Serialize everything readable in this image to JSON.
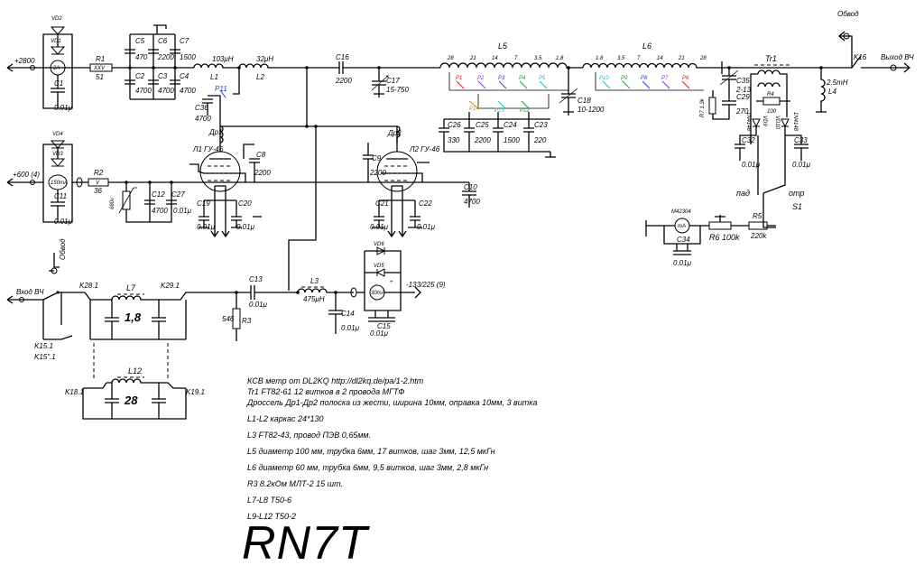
{
  "colors": {
    "wire": "#000000",
    "p1": "#e8131e",
    "p2": "#8a2be2",
    "p3": "#2b3cd6",
    "p4": "#1a9a2a",
    "p5": "#19b6c8",
    "p14": "#c9871e"
  },
  "top": {
    "plus2800": "+2800",
    "vd2": "VD2",
    "vd1": "VD1",
    "meter2a": "2A",
    "c1": "C1",
    "c1v": "0.01μ",
    "r1": "R1",
    "r1v": "51",
    "c5": "C5",
    "c5v": "470",
    "c6": "C6",
    "c6v": "2200",
    "c7": "C7",
    "c7v": "1500",
    "c2": "C2",
    "c2v": "4700",
    "c3": "C3",
    "c3v": "4700",
    "c4": "C4",
    "c4v": "4700",
    "l1v": "103μH",
    "l1": "L1",
    "l2v": "32μH",
    "l2": "L2",
    "p11": "P11",
    "c36": "C36",
    "c36v": "4700",
    "dr1": "Др1",
    "c16": "C16",
    "c16v": "2200",
    "c17": "C17",
    "c17v": "15-750",
    "l5": "L5",
    "l6": "L6",
    "c18": "C18",
    "c18v": "10-1200",
    "l5taps": [
      "28",
      "21",
      "14",
      "7",
      "3.5",
      "1.8"
    ],
    "l6taps": [
      "1.8",
      "3.5",
      "7",
      "14",
      "21",
      "28"
    ],
    "l5p": [
      "P1",
      "P2",
      "P3",
      "P4",
      "P5"
    ],
    "l6p": [
      "P10",
      "P9",
      "P8",
      "P7",
      "P6"
    ],
    "p14": "P14",
    "p13": "P13",
    "p12": "P12",
    "c26": "C26",
    "c26v": "330",
    "c25": "C25",
    "c25v": "2200",
    "c24": "C24",
    "c24v": "1500",
    "c23": "C23",
    "c23v": "220",
    "dr2": "Др2",
    "c35": "C35",
    "c35v": "2-13",
    "c29": "C29",
    "c29v": "270",
    "r7": "R7",
    "r7v": "1.3k",
    "tr1": "Tr1",
    "r4": "R4",
    "r4v": "100",
    "vd9": "VD9",
    "vd9t": "1N4148",
    "vd10": "VD10",
    "vd10t": "1N4148",
    "c32": "C32",
    "c32v": "0.01μ",
    "c33": "C33",
    "c33v": "0.01μ",
    "pad": "пад",
    "otr": "отр",
    "s1": "S1",
    "l4v": "2.5mH",
    "l4": "L4",
    "obvod": "Обвод",
    "k16": "K16",
    "out": "Выход ВЧ",
    "m": "M42304",
    "ma": "mA",
    "c34": "C34",
    "c34v": "0.01μ",
    "r6": "R6",
    "r6v": "100k",
    "r5": "R5",
    "r5v": "220k"
  },
  "mid": {
    "plus600": "+600 (4)",
    "vd4": "VD4",
    "vd3": "VD3",
    "meter150": "150mA",
    "c11": "C11",
    "c11v": "0.01μ",
    "r2": "R2",
    "r2v": "36",
    "r680": "680v",
    "c12": "C12",
    "c12v": "4700",
    "c27": "C27",
    "c27v": "0.01μ",
    "tube1": "Л1 ГУ-46",
    "tube2": "Л2 ГУ-46",
    "c8": "C8",
    "c8v": "2200",
    "c9": "C9",
    "c9v": "2200",
    "c19": "C19",
    "c19v": "0.01μ",
    "c20": "C20",
    "c20v": "0.01μ",
    "c21": "C21",
    "c21v": "0.01μ",
    "c22": "C22",
    "c22v": "0.01μ",
    "c10": "C10",
    "c10v": "4700"
  },
  "bottom": {
    "obvod": "Обвод",
    "vhod": "Вход ВЧ",
    "k28": "K28.1",
    "k29": "K29.1",
    "l7": "L7",
    "l7v": "1,8",
    "k15a": "K15.1",
    "k15b": "K15\".1",
    "l12": "L12",
    "l12v": "28",
    "k18": "K18.1",
    "k19": "K19.1",
    "c13": "C13",
    "c13v": "0.01μ",
    "r3": "R3",
    "r3v": "546",
    "l3": "L3",
    "l3v": "475μH",
    "c14": "C14",
    "c14v": "0.01μ",
    "vd6": "VD6",
    "vd5": "VD5",
    "meter30": "30mA",
    "bias": "-133/225 (9)",
    "c15": "C15",
    "c15v": "0.01μ"
  },
  "notes": [
    "КСВ метр от DL2KQ http://dl2kq.de/pa/1-2.htm",
    "Tr1 FT82-61 12 витков в 2 провода МГТФ",
    "Дроссель Др1-Др2 полоска из жести, ширина 10мм, оправка 10мм, 3 витка",
    "L1-L2 каркас 24*130",
    "L3 FT82-43, провод ПЭВ 0,65мм.",
    "L5 диаметр 100 мм, трубка 6мм, 17 витков, шаг 3мм, 12,5 мкГн",
    "L6 диаметр 60 мм, трубка 6мм, 9,5 витков, шаг 3мм, 2,8 мкГн",
    "R3   8.2кОм МЛТ-2 15 шт.",
    "L7-L8 T50-6",
    "L9-L12 T50-2"
  ],
  "signature": "RN7T"
}
